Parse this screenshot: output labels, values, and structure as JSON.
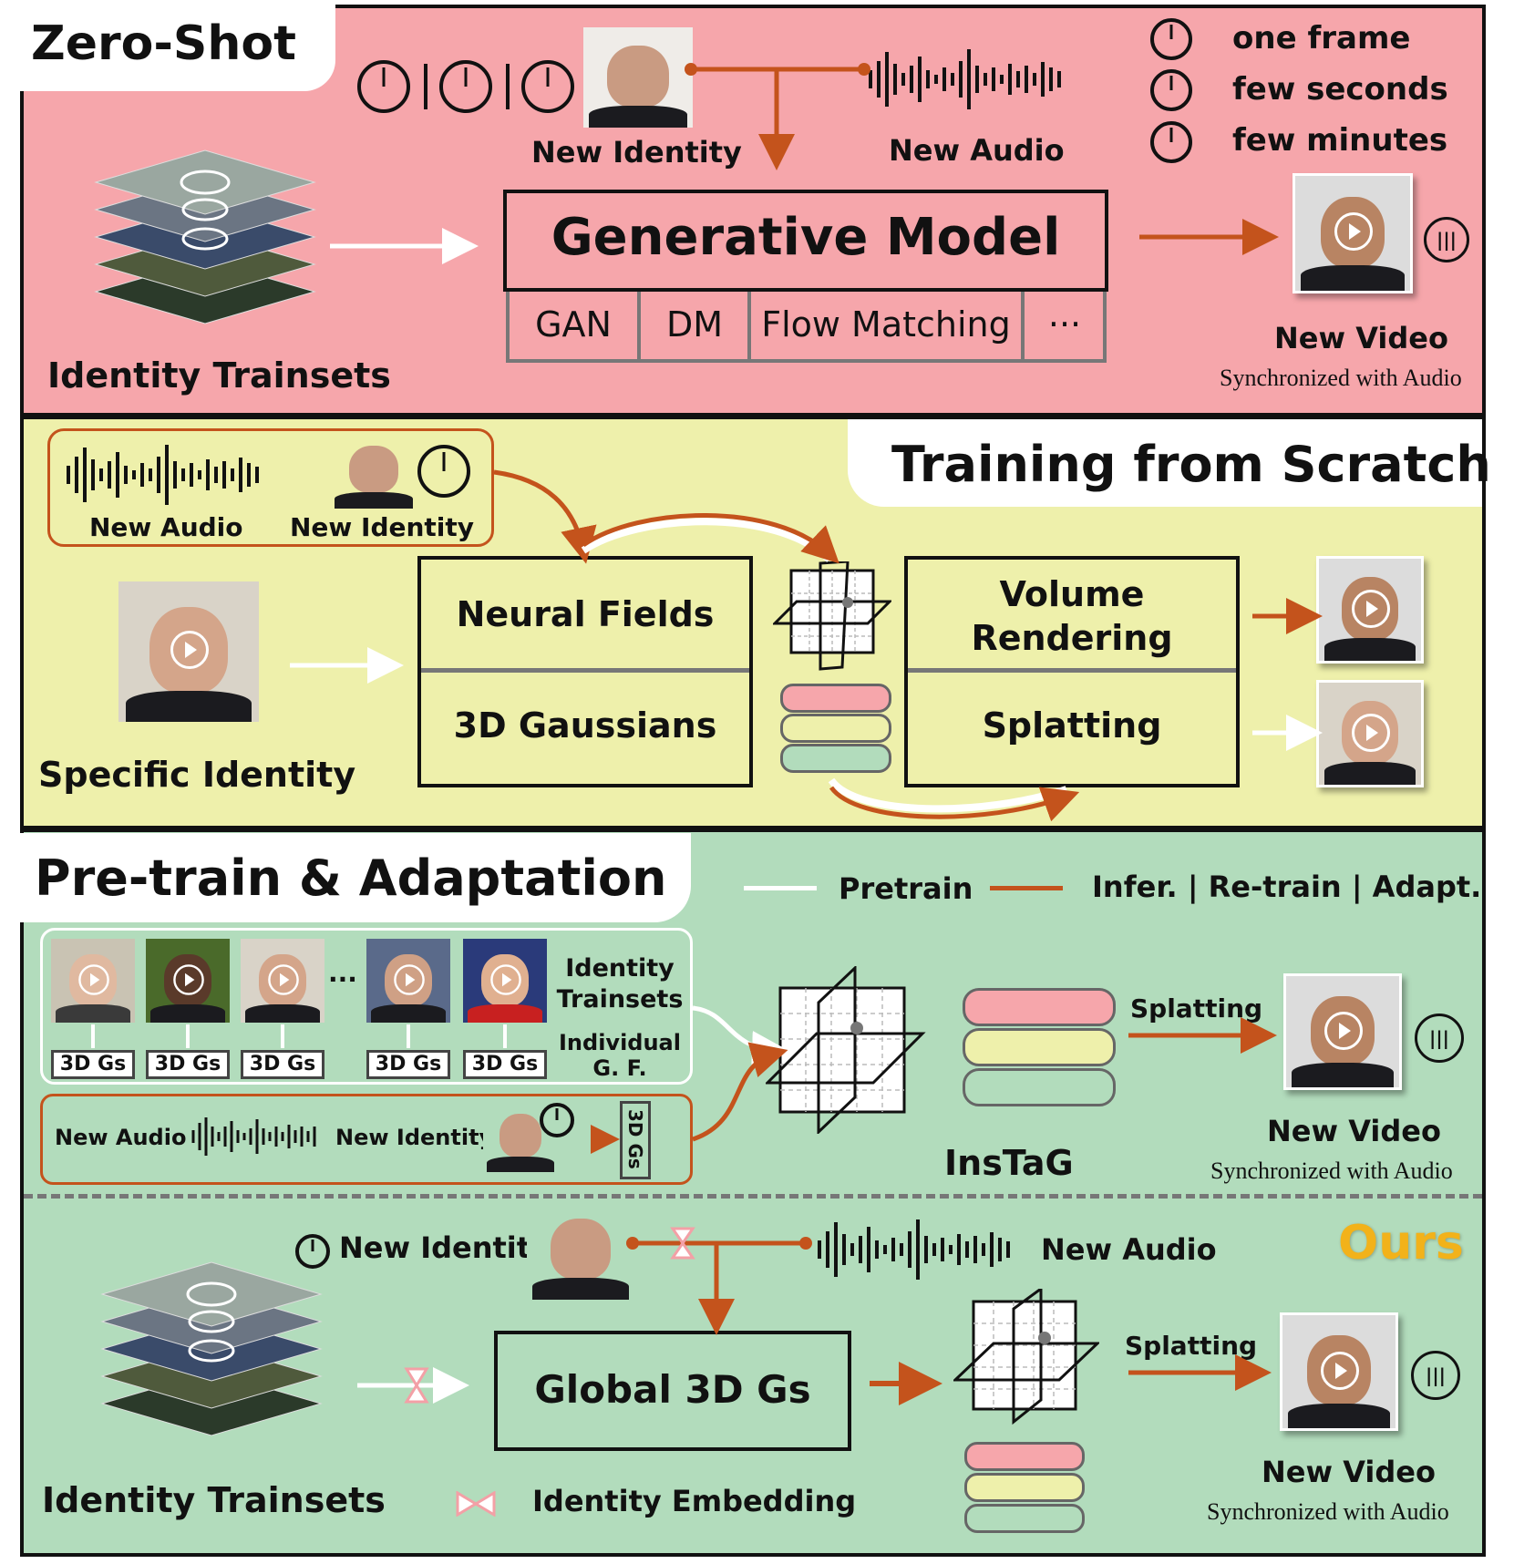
{
  "colors": {
    "panel_zero": "#f6a6ab",
    "panel_scratch": "#eef0ab",
    "panel_adapt": "#b2dcbc",
    "infer_arrow": "#c4531c",
    "pretrain_arrow": "#ffffff",
    "ours": "#f2b21a",
    "pill_pink": "#f6a6ab",
    "pill_yellow": "#eef0ab",
    "pill_green": "#b2dcbc"
  },
  "zero_shot": {
    "title": "Zero-Shot",
    "new_identity": "New Identity",
    "new_audio": "New Audio",
    "legend": [
      "one frame",
      "few seconds",
      "few minutes"
    ],
    "model": "Generative Model",
    "model_types": [
      "GAN",
      "DM",
      "Flow Matching",
      "···"
    ],
    "trainsets": "Identity Trainsets",
    "new_video": "New Video",
    "sync": "Synchronized with Audio"
  },
  "scratch": {
    "title": "Training from Scratch",
    "new_audio": "New Audio",
    "new_identity": "New Identity",
    "neural_fields": "Neural Fields",
    "gaussians": "3D Gaussians",
    "volume_rendering": "Volume Rendering",
    "splatting": "Splatting",
    "specific_identity": "Specific Identity"
  },
  "adapt": {
    "title": "Pre-train & Adaptation",
    "legend_pretrain": "Pretrain",
    "legend_infer": "Infer. | Re-train | Adapt.",
    "identity_trainsets": "Identity Trainsets",
    "individual": "Individual G. F.",
    "gs_labels": [
      "3D Gs",
      "3D Gs",
      "3D Gs",
      "3D Gs",
      "3D Gs"
    ],
    "ellipsis": "···",
    "new_audio": "New Audio",
    "new_identity": "New Identity",
    "vertical_gs": "3D Gs",
    "splatting": "Splatting",
    "instag": "InsTaG",
    "new_video": "New Video",
    "sync": "Synchronized with Audio"
  },
  "ours": {
    "title": "Ours",
    "new_identity": "New Identity",
    "new_audio": "New Audio",
    "global": "Global 3D Gs",
    "splatting": "Splatting",
    "trainsets": "Identity Trainsets",
    "embedding": "Identity Embedding",
    "new_video": "New Video",
    "sync": "Synchronized with Audio"
  }
}
